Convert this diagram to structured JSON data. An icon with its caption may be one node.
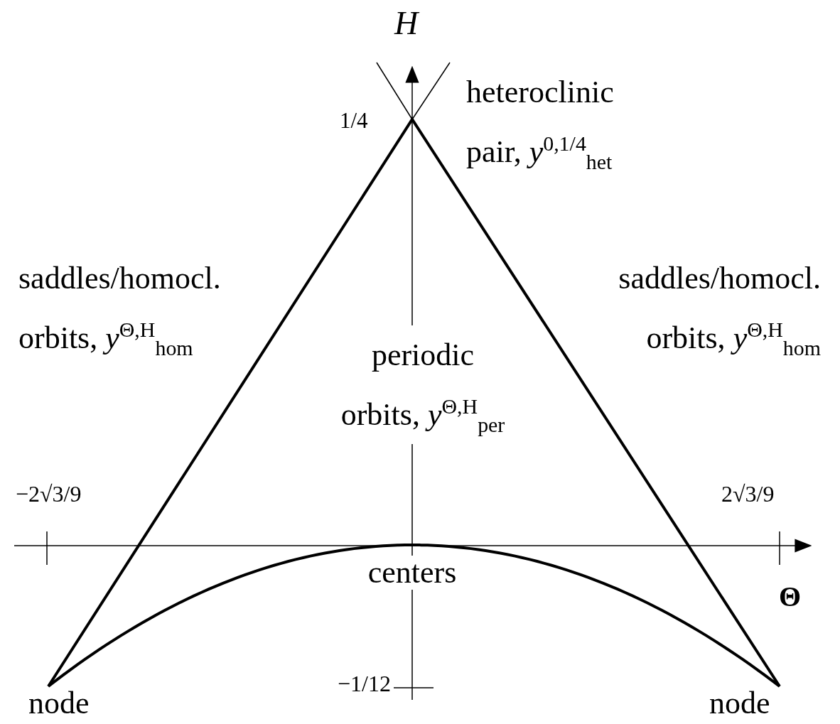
{
  "diagram": {
    "labels": [
      "H",
      "heteroclinic pair, *y*$^{0,1/4}$$_{het}$",
      "1/4",
      "saddles/homocl. orbits, *y*$^{Θ,H}$$_{hom}$",
      "saddles/homocl. orbits, *y*$^{Θ,H}$$_{hom}$",
      "periodic orbits, *y*$^{Θ,H}$$_{per}$",
      "−2√3/9",
      "2√3/9",
      "centers",
      "Θ",
      "−1/12",
      "node",
      "node"
    ]
  }
}
